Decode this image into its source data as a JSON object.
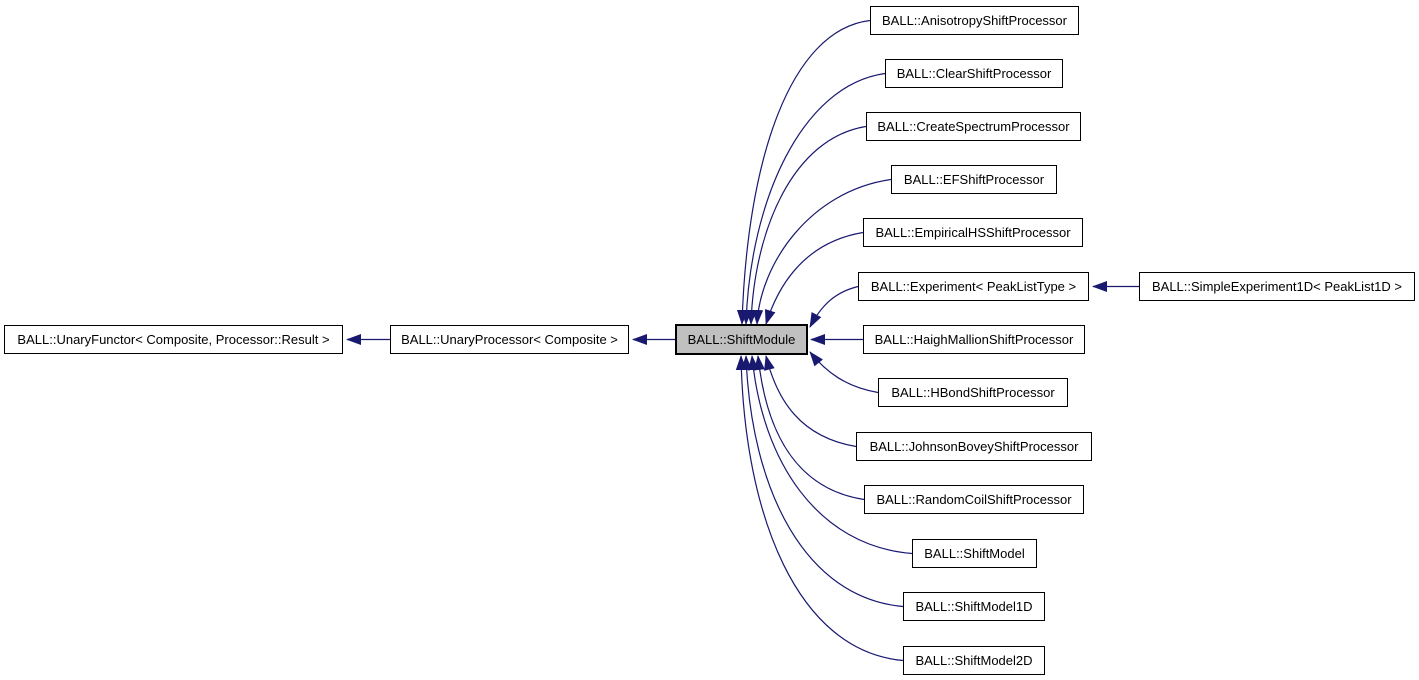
{
  "diagram": {
    "kind": "class-inheritance-graph",
    "colors": {
      "background": "#ffffff",
      "edge": "#191970",
      "node_border": "#000000",
      "node_fill": "#ffffff",
      "highlight_fill": "#c0c0c0",
      "text": "#000000"
    },
    "nodes": {
      "unary_functor": {
        "label": "BALL::UnaryFunctor< Composite, Processor::Result >"
      },
      "unary_processor": {
        "label": "BALL::UnaryProcessor< Composite >"
      },
      "shift_module": {
        "label": "BALL::ShiftModule",
        "highlighted": true
      },
      "anisotropy": {
        "label": "BALL::AnisotropyShiftProcessor"
      },
      "clear": {
        "label": "BALL::ClearShiftProcessor"
      },
      "create_spectrum": {
        "label": "BALL::CreateSpectrumProcessor"
      },
      "ef_shift": {
        "label": "BALL::EFShiftProcessor"
      },
      "empirical_hs": {
        "label": "BALL::EmpiricalHSShiftProcessor"
      },
      "experiment": {
        "label": "BALL::Experiment< PeakListType >"
      },
      "simple_experiment_1d": {
        "label": "BALL::SimpleExperiment1D< PeakList1D >"
      },
      "haigh_mallion": {
        "label": "BALL::HaighMallionShiftProcessor"
      },
      "hbond": {
        "label": "BALL::HBondShiftProcessor"
      },
      "johnson_bovey": {
        "label": "BALL::JohnsonBoveyShiftProcessor"
      },
      "random_coil": {
        "label": "BALL::RandomCoilShiftProcessor"
      },
      "shift_model": {
        "label": "BALL::ShiftModel"
      },
      "shift_model_1d": {
        "label": "BALL::ShiftModel1D"
      },
      "shift_model_2d": {
        "label": "BALL::ShiftModel2D"
      }
    },
    "edges": [
      {
        "from": "unary_processor",
        "to": "unary_functor",
        "relation": "inherits"
      },
      {
        "from": "shift_module",
        "to": "unary_processor",
        "relation": "inherits"
      },
      {
        "from": "anisotropy",
        "to": "shift_module",
        "relation": "inherits"
      },
      {
        "from": "clear",
        "to": "shift_module",
        "relation": "inherits"
      },
      {
        "from": "create_spectrum",
        "to": "shift_module",
        "relation": "inherits"
      },
      {
        "from": "ef_shift",
        "to": "shift_module",
        "relation": "inherits"
      },
      {
        "from": "empirical_hs",
        "to": "shift_module",
        "relation": "inherits"
      },
      {
        "from": "experiment",
        "to": "shift_module",
        "relation": "inherits"
      },
      {
        "from": "haigh_mallion",
        "to": "shift_module",
        "relation": "inherits"
      },
      {
        "from": "hbond",
        "to": "shift_module",
        "relation": "inherits"
      },
      {
        "from": "johnson_bovey",
        "to": "shift_module",
        "relation": "inherits"
      },
      {
        "from": "random_coil",
        "to": "shift_module",
        "relation": "inherits"
      },
      {
        "from": "shift_model",
        "to": "shift_module",
        "relation": "inherits"
      },
      {
        "from": "shift_model_1d",
        "to": "shift_module",
        "relation": "inherits"
      },
      {
        "from": "shift_model_2d",
        "to": "shift_module",
        "relation": "inherits"
      },
      {
        "from": "simple_experiment_1d",
        "to": "experiment",
        "relation": "inherits"
      }
    ]
  }
}
